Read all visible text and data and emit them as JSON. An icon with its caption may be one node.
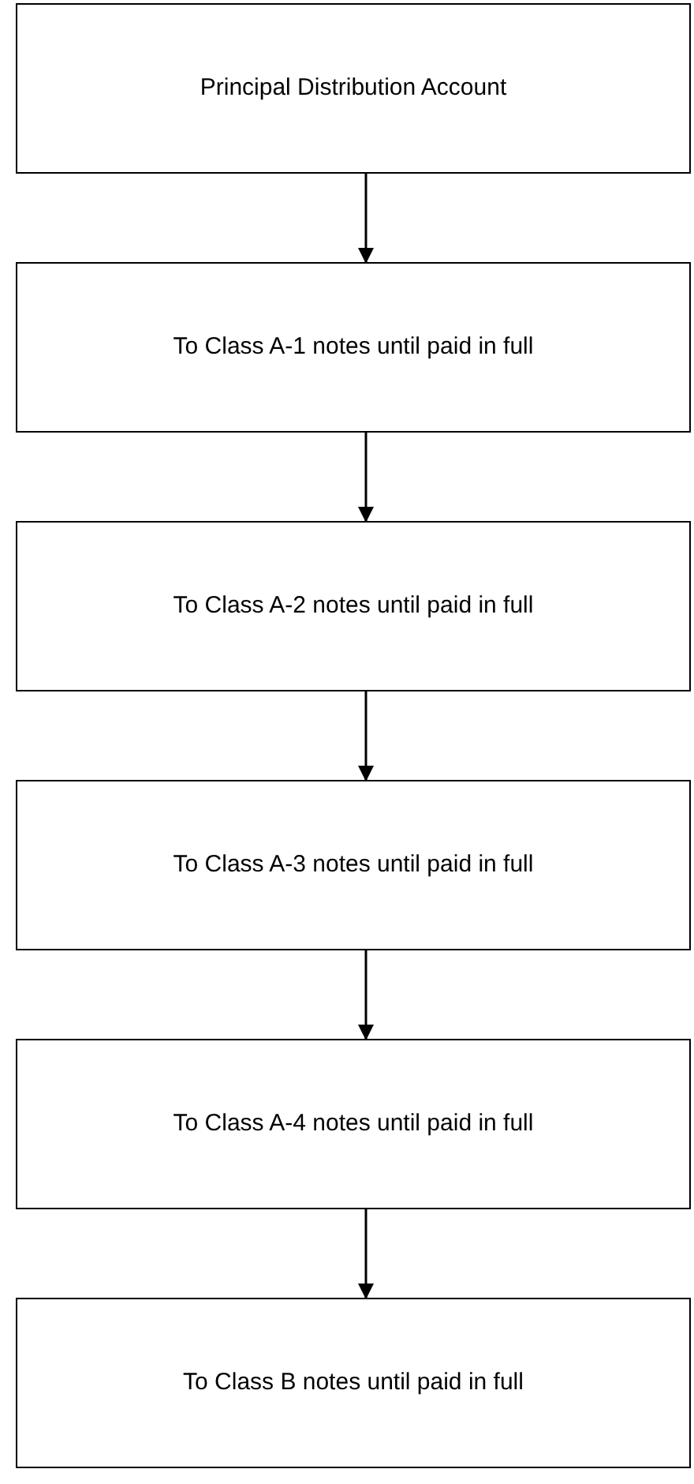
{
  "diagram": {
    "nodes": [
      {
        "text": [
          "Principal Distribution Account"
        ]
      },
      {
        "text": [
          "To Class A-1 notes until paid in full"
        ]
      },
      {
        "text": [
          "To Class A-2 notes until paid in full"
        ]
      },
      {
        "text": [
          "To Class A-3 notes until paid in full"
        ]
      },
      {
        "text": [
          "To Class A-4 notes until paid in full"
        ]
      },
      {
        "text": [
          "To Class B notes until paid in full"
        ]
      }
    ],
    "edges": [
      {
        "from": 0,
        "to": 1,
        "arrow": "to"
      },
      {
        "from": 1,
        "to": 2,
        "arrow": "to"
      },
      {
        "from": 2,
        "to": 3,
        "arrow": "to"
      },
      {
        "from": 3,
        "to": 4,
        "arrow": "to"
      },
      {
        "from": 4,
        "to": 5,
        "arrow": "to"
      }
    ]
  }
}
